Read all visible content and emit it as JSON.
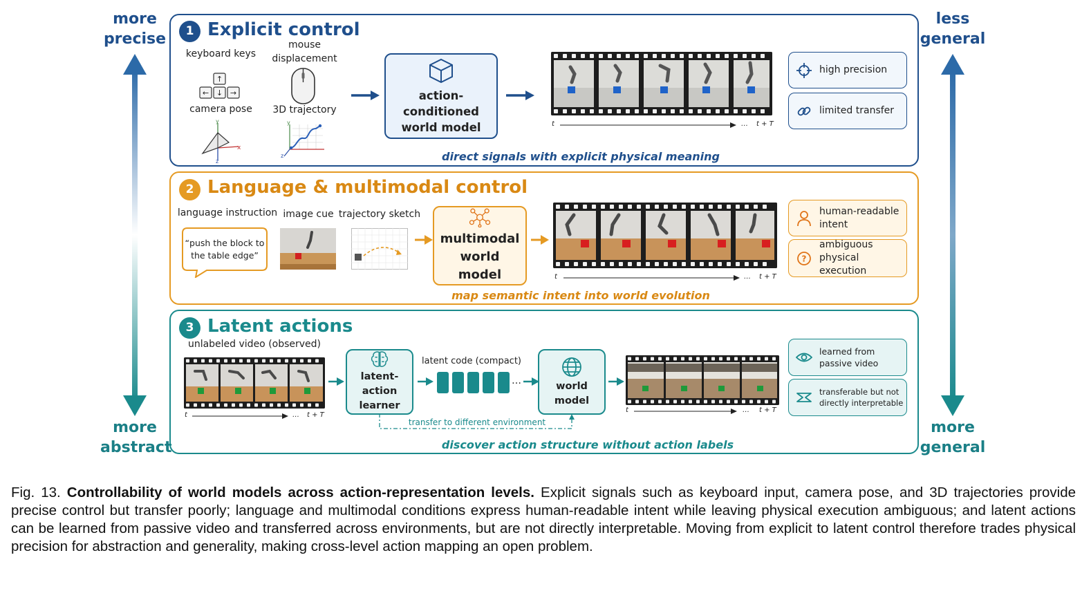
{
  "side": {
    "top_left": "more precise",
    "bottom_left": "more abstract",
    "top_right": "less general",
    "bottom_right": "more general"
  },
  "colors": {
    "blue": "#1f4f8c",
    "orange": "#e59a23",
    "orange_text": "#d98914",
    "teal": "#1a8a8c",
    "blue_fill": "#eaf2fb",
    "orange_fill": "#fff6e6",
    "teal_fill": "#e6f4f4"
  },
  "panel1": {
    "number": "1",
    "title": "Explicit control",
    "labels": {
      "keyboard": "keyboard keys",
      "mouse": "mouse displacement",
      "camera": "camera pose",
      "trajectory": "3D trajectory"
    },
    "model": "action-conditioned world model",
    "timeline_start": "t",
    "timeline_dots": "…",
    "timeline_end": "t + T",
    "side_boxes": [
      {
        "icon": "crosshair-icon",
        "text": "high precision"
      },
      {
        "icon": "link-icon",
        "text": "limited transfer"
      }
    ],
    "caption": "direct signals with explicit physical meaning"
  },
  "panel2": {
    "number": "2",
    "title": "Language & multimodal control",
    "labels": {
      "language": "language instruction",
      "image": "image cue",
      "sketch": "trajectory sketch"
    },
    "quote": "“push the block to the table edge”",
    "model": "multimodal world model",
    "timeline_start": "t",
    "timeline_dots": "…",
    "timeline_end": "t + T",
    "side_boxes": [
      {
        "icon": "person-icon",
        "text": "human-readable intent"
      },
      {
        "icon": "question-icon",
        "text": "ambiguous physical execution"
      }
    ],
    "caption": "map semantic intent into world evolution"
  },
  "panel3": {
    "number": "3",
    "title": "Latent actions",
    "labels": {
      "video": "unlabeled video (observed)",
      "code": "latent code (compact)",
      "code_dots": "…",
      "transfer": "transfer to different environment"
    },
    "learner": "latent-action learner",
    "model": "world model",
    "timeline_start": "t",
    "timeline_dots": "…",
    "timeline_end": "t + T",
    "side_boxes": [
      {
        "icon": "eye-icon",
        "text": "learned from passive video"
      },
      {
        "icon": "transfer-icon",
        "text": "transferable but not directly interpretable"
      }
    ],
    "caption": "discover action structure without action labels"
  },
  "figure": {
    "label": "Fig. 13.",
    "bold": "Controllability of world models across action-representation levels.",
    "text": "Explicit signals such as keyboard input, camera pose, and 3D trajectories provide precise control but transfer poorly; language and multimodal conditions express human-readable intent while leaving physical execution ambiguous; and latent actions can be learned from passive video and transferred across environments, but are not directly interpretable. Moving from explicit to latent control therefore trades physical precision for abstraction and generality, making cross-level action mapping an open problem."
  }
}
